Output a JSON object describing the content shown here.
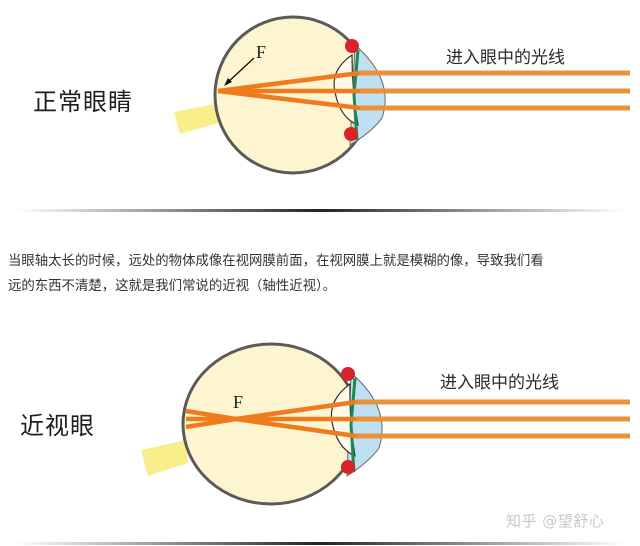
{
  "diagram_top": {
    "eye_label": "正常眼睛",
    "ray_label": "进入眼中的光线",
    "focus_label": "F"
  },
  "description": {
    "line1": "当眼轴太长的时候，远处的物体成像在视网膜前面，在视网膜上就是模糊的像，导致我们看",
    "line2": "远的东西不清楚，这就是我们常说的近视（轴性近视）。"
  },
  "diagram_bottom": {
    "eye_label": "近视眼",
    "ray_label": "进入眼中的光线",
    "focus_label": "F"
  },
  "watermark": "知乎 @望舒心",
  "colors": {
    "eyeball_fill": "#fdf5cf",
    "eyeball_stroke": "#5a5a5a",
    "ray": "#e8933a",
    "ray_focus": "#f07a1e",
    "cornea": "#bfe0f2",
    "iris_muscle": "#d9222a",
    "iris_green": "#1f8a4a",
    "optic_nerve": "#f7f08a"
  }
}
